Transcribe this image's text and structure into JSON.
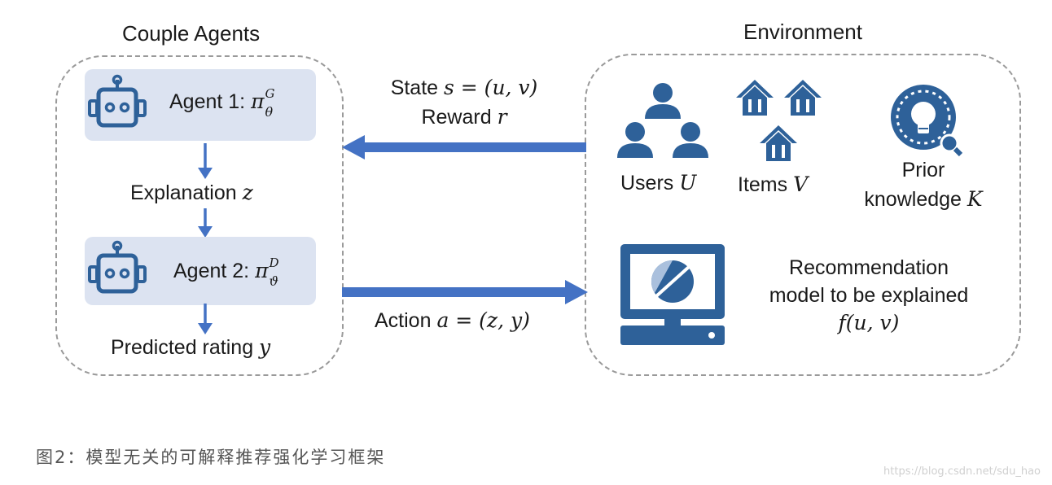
{
  "diagram": {
    "left_group_title": "Couple Agents",
    "right_group_title": "Environment",
    "agent1": {
      "label": "Agent 1: ",
      "policy": "π",
      "sup": "G",
      "sub": "θ",
      "icon": "robot-icon"
    },
    "explanation": {
      "label": "Explanation ",
      "var": "z"
    },
    "agent2": {
      "label": "Agent 2: ",
      "policy": "π",
      "sup": "D",
      "sub": "ϑ",
      "icon": "robot-icon"
    },
    "predicted": {
      "label": "Predicted rating ",
      "var": "y"
    },
    "state_reward": {
      "state_label": "State ",
      "state_expr": "s = (u, v)",
      "reward_label": "Reward ",
      "reward_var": "r"
    },
    "action": {
      "label": "Action ",
      "expr": "a = (z, y)"
    },
    "users": {
      "label": "Users ",
      "var": "U",
      "icon": "users-icon"
    },
    "items": {
      "label": "Items ",
      "var": "V",
      "icon": "house-icon"
    },
    "prior": {
      "line1": "Prior",
      "line2": "knowledge ",
      "var": "K",
      "icon": "lightbulb-icon"
    },
    "recommendation": {
      "line1": "Recommendation",
      "line2": "model to be explained",
      "line3": "f(u, v)",
      "icon": "computer-icon"
    },
    "colors": {
      "accent": "#4472c4",
      "icon_blue": "#2e6199",
      "agent_bg": "#dce3f1",
      "dash": "#9a9a9a"
    }
  },
  "caption": "图2：模型无关的可解释推荐强化学习框架",
  "watermark": "https://blog.csdn.net/sdu_hao"
}
